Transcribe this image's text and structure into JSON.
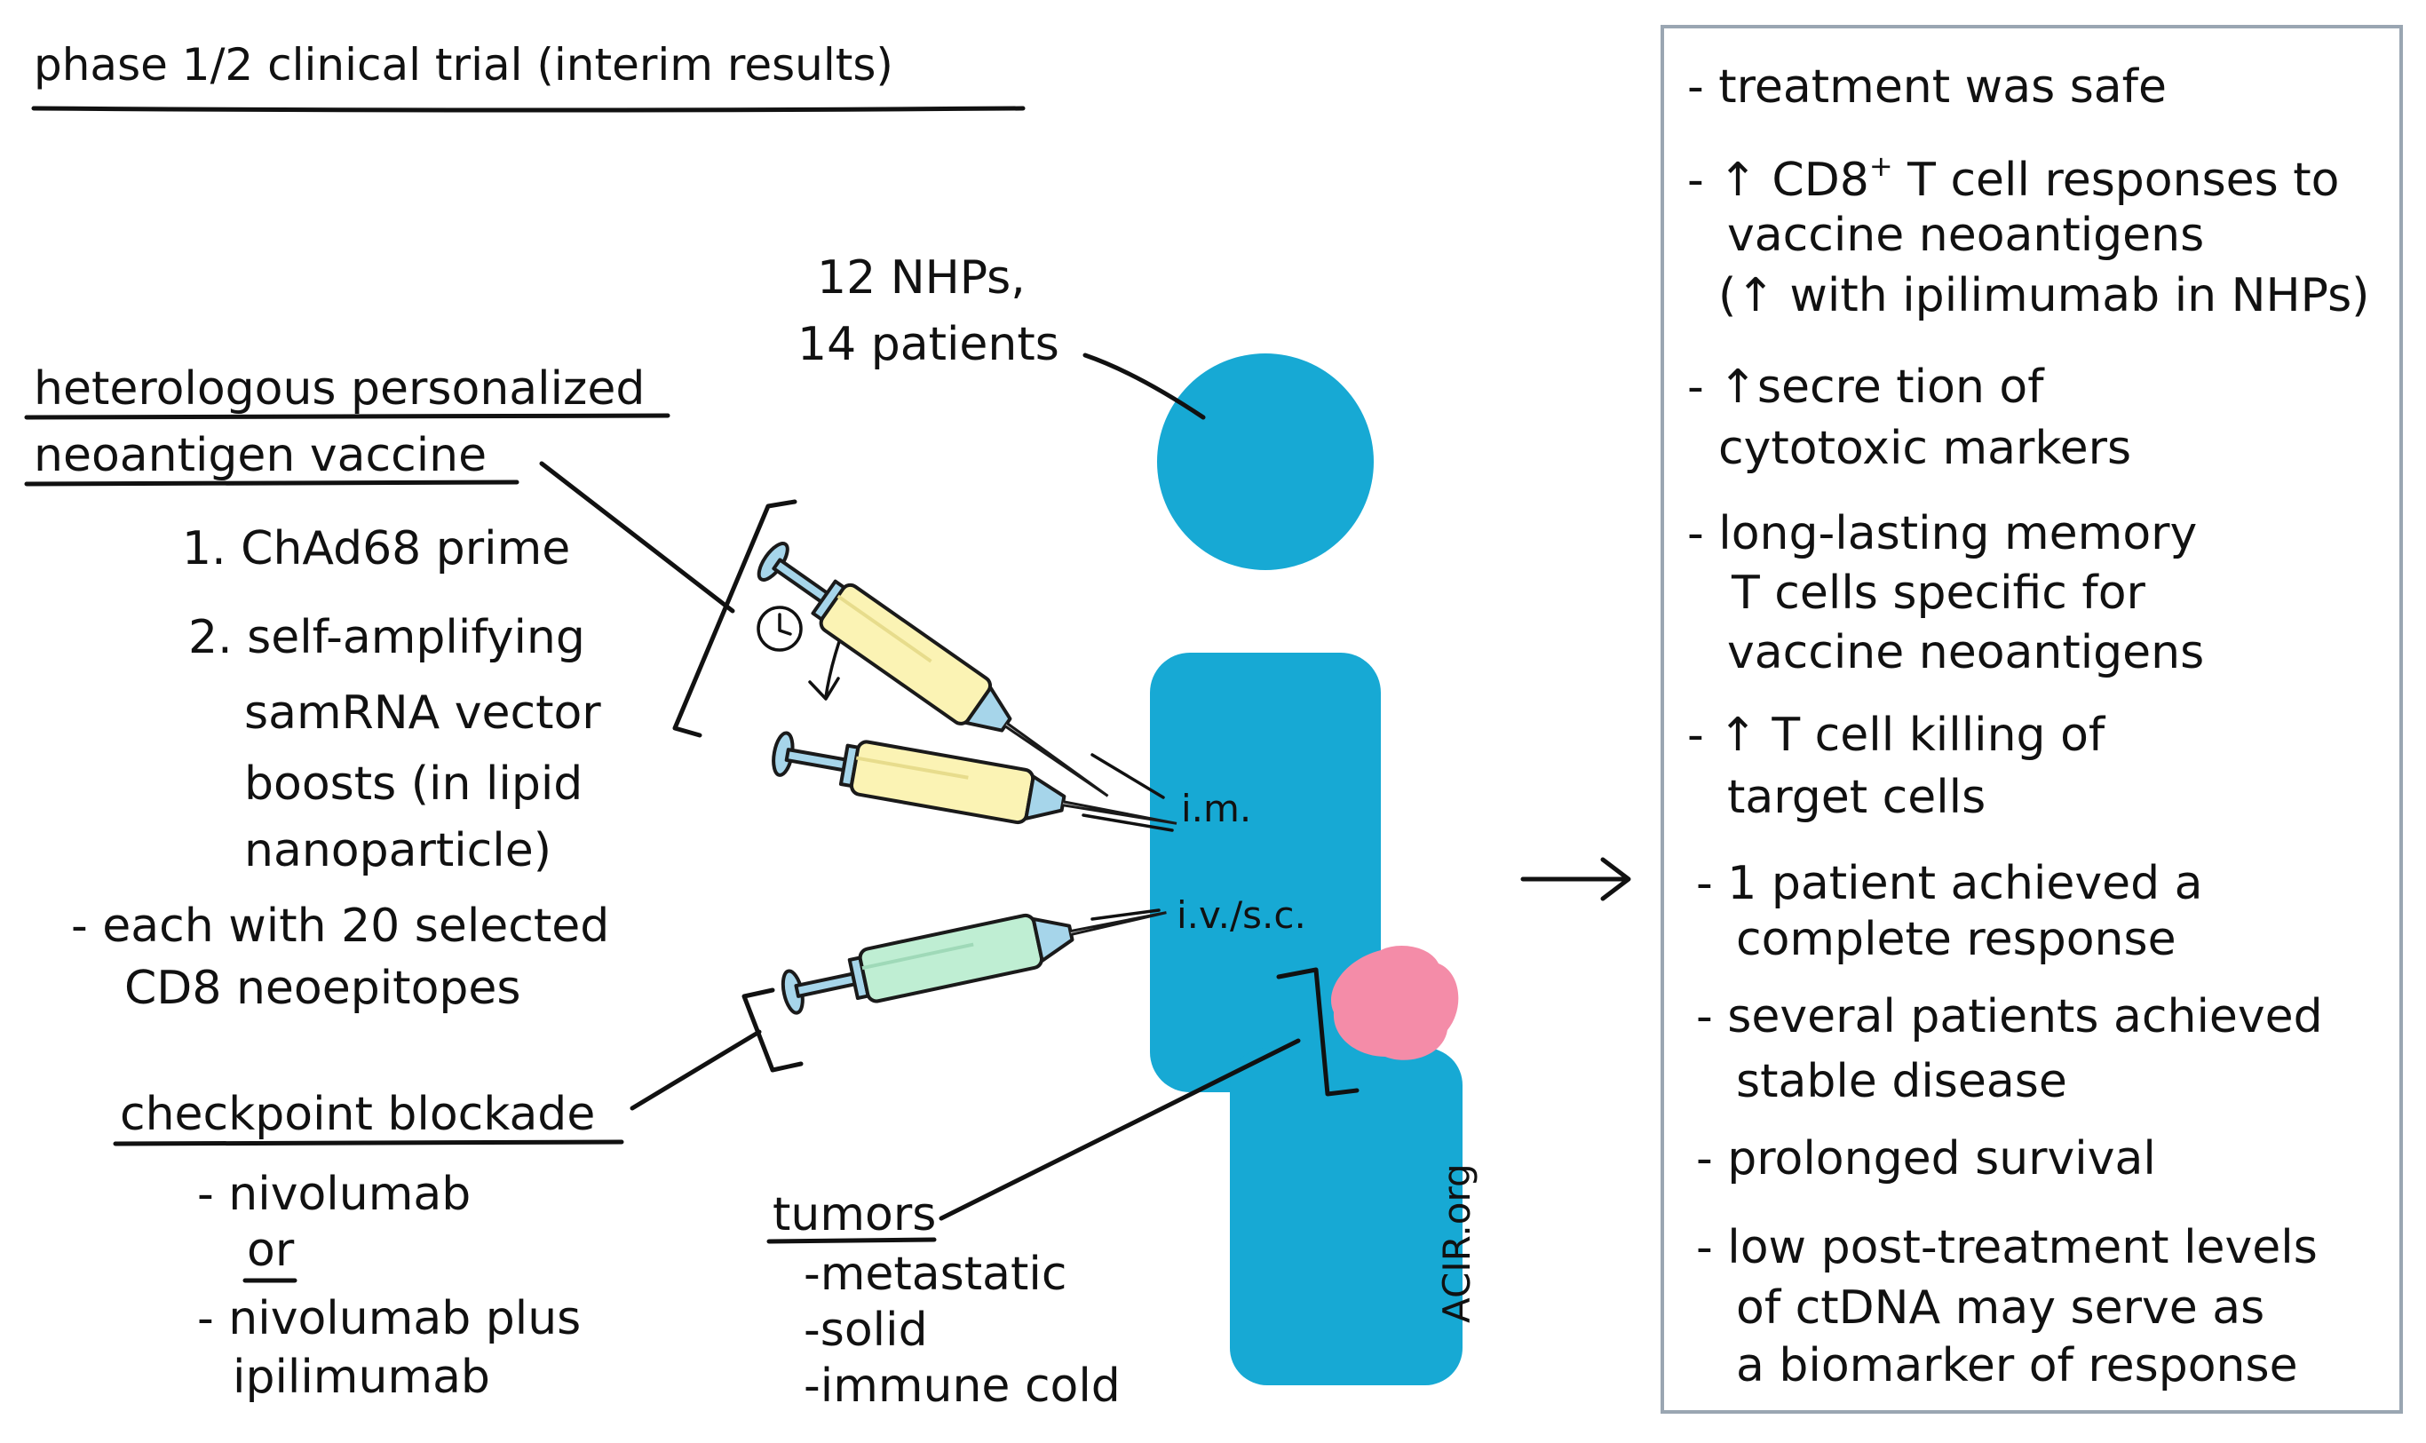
{
  "title": "phase 1/2 clinical trial (interim results)",
  "subjects": {
    "line1": "12 NHPs,",
    "line2": "14 patients"
  },
  "vaccine": {
    "heading_line1": "heterologous personalized",
    "heading_line2": "neoantigen  vaccine",
    "step1": "1. ChAd68 prime",
    "step2_line1": "2. self-amplifying",
    "step2_line2": "samRNA vector",
    "step2_line3": "boosts (in lipid",
    "step2_line4": "nanoparticle)",
    "note_line1": "-  each with 20  selected",
    "note_line2": "CD8  neoepitopes"
  },
  "checkpoint": {
    "heading": "checkpoint  blockade",
    "opt1": "- nivolumab",
    "or": "or",
    "opt2_line1": "- nivolumab plus",
    "opt2_line2": "ipilimumab"
  },
  "tumors": {
    "heading": "tumors",
    "items": [
      "-metastatic",
      "-solid",
      "-immune  cold"
    ]
  },
  "routes": {
    "im": "i.m.",
    "iv": "i.v./s.c."
  },
  "watermark": "ACIR.org",
  "arrow": "→",
  "results": {
    "r1": "- treatment  was  safe",
    "r2_line1": "- ↑ CD8",
    "r2_sup": "+",
    "r2_line1b": " T cell  responses  to",
    "r2_line2": "vaccine neoantigens",
    "r2_line3": "(↑ with ipilimumab in NHPs)",
    "r3_line1": "- ↑secre tion of",
    "r3_line2": "cytotoxic  markers",
    "r4_line1": "-  long-lasting  memory",
    "r4_line2": "T cells  specific  for",
    "r4_line3": "vaccine  neoantigens",
    "r5_line1": "- ↑ T cell  killing  of",
    "r5_line2": "target  cells",
    "r6_line1": "- 1  patient  achieved  a",
    "r6_line2": "complete  response",
    "r7_line1": "-  several patients  achieved",
    "r7_line2": "stable  disease",
    "r8": "-  prolonged  survival",
    "r9_line1": "-  low  post-treatment  levels",
    "r9_line2": "of  ctDNA  may   serve  as",
    "r9_line3": "a biomarker  of  response"
  },
  "colors": {
    "body": "#17a9d4",
    "tumor": "#f48ca8",
    "syringe_yellow": "#fbf3b4",
    "syringe_green": "#bfeed3",
    "needle_hub": "#a6d5ea",
    "box_border": "#9aa6b2"
  }
}
